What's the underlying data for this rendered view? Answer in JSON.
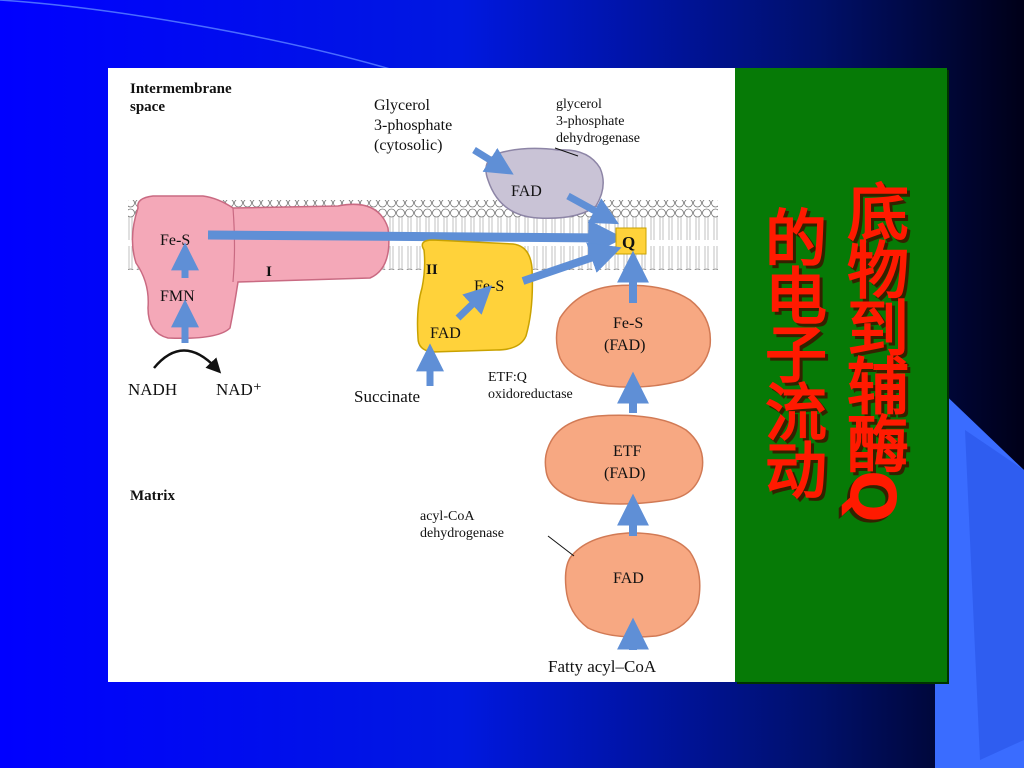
{
  "colors": {
    "background_blue": "#0000ff",
    "panel_green": "#067a06",
    "title_red": "#ff1a00",
    "complex_I": "#f4a8b8",
    "complex_II": "#ffd23a",
    "gpdh": "#c9c3d6",
    "flavoproteins": "#f7a882",
    "arrow_blue": "#5f8fd6"
  },
  "title": {
    "column1": "底物到辅酶Q",
    "column2": "的电子流动"
  },
  "diagram": {
    "regions": {
      "intermembrane": "Intermembrane space",
      "matrix": "Matrix"
    },
    "complex_I": {
      "label": "I",
      "fes": "Fe-S",
      "fmn": "FMN",
      "substrate": "NADH",
      "product": "NAD⁺"
    },
    "complex_II": {
      "label": "II",
      "fes": "Fe-S",
      "fad": "FAD",
      "substrate": "Succinate"
    },
    "glycerol": {
      "substrate_line1": "Glycerol",
      "substrate_line2": "3-phosphate",
      "substrate_line3": "(cytosolic)",
      "enzyme_line1": "glycerol",
      "enzyme_line2": "3-phosphate",
      "enzyme_line3": "dehydrogenase",
      "fad": "FAD"
    },
    "q": "Q",
    "etf_qo": {
      "line1": "Fe-S",
      "line2": "(FAD)",
      "name_line1": "ETF:Q",
      "name_line2": "oxidoreductase"
    },
    "etf": {
      "line1": "ETF",
      "line2": "(FAD)"
    },
    "acyl_coa_dh": {
      "fad": "FAD",
      "name_line1": "acyl-CoA",
      "name_line2": "dehydrogenase"
    },
    "fatty_acyl": "Fatty acyl–CoA"
  }
}
